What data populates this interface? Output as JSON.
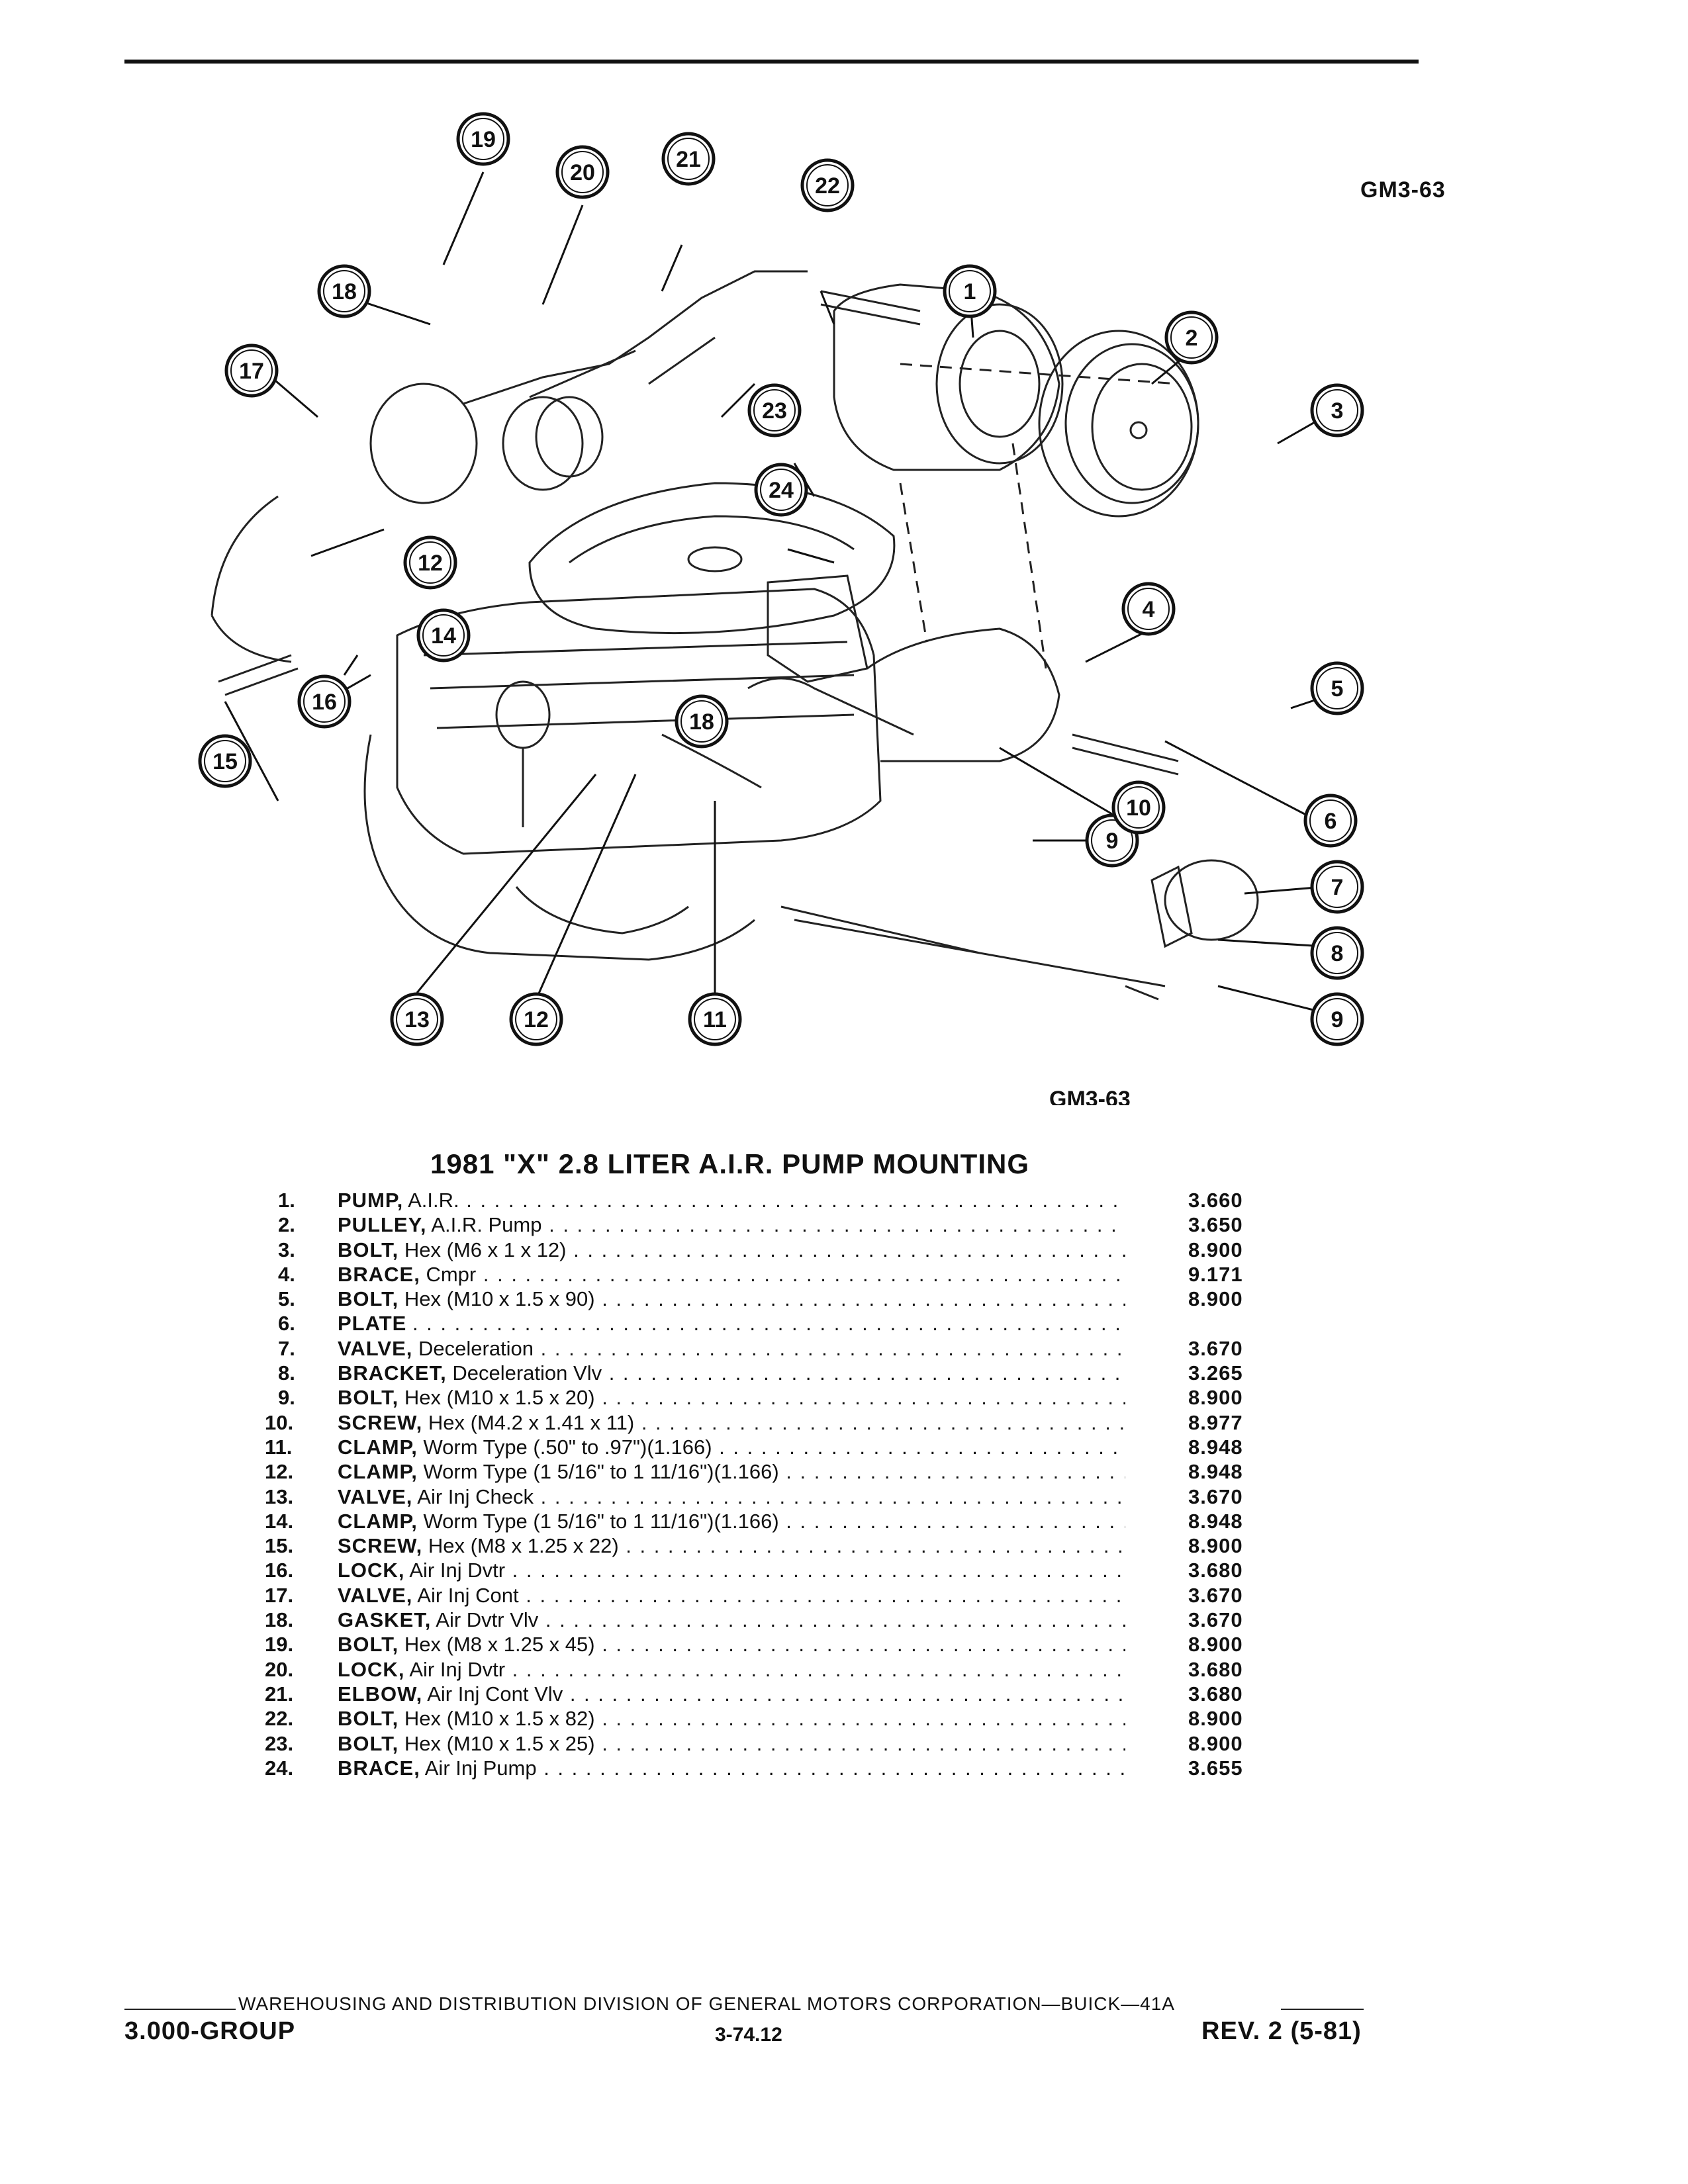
{
  "header": {
    "figure_code_top": "GM3-63"
  },
  "diagram": {
    "figure_code_bottom": "GM3-63",
    "callouts": [
      "1",
      "2",
      "3",
      "4",
      "5",
      "6",
      "7",
      "8",
      "9",
      "9",
      "10",
      "11",
      "12",
      "12",
      "13",
      "14",
      "15",
      "16",
      "17",
      "18",
      "18",
      "19",
      "20",
      "21",
      "22",
      "23",
      "24"
    ]
  },
  "title": "1981 \"X\" 2.8 LITER A.I.R. PUMP MOUNTING",
  "parts": [
    {
      "num": "1.",
      "name": "PUMP,",
      "desc": "A.I.R.",
      "code": "3.660"
    },
    {
      "num": "2.",
      "name": "PULLEY,",
      "desc": "A.I.R. Pump",
      "code": "3.650"
    },
    {
      "num": "3.",
      "name": "BOLT,",
      "desc": "Hex (M6 x 1 x 12)",
      "code": "8.900"
    },
    {
      "num": "4.",
      "name": "BRACE,",
      "desc": "Cmpr",
      "code": "9.171"
    },
    {
      "num": "5.",
      "name": "BOLT,",
      "desc": "Hex (M10 x 1.5 x 90)",
      "code": "8.900"
    },
    {
      "num": "6.",
      "name": "PLATE",
      "desc": "",
      "code": ""
    },
    {
      "num": "7.",
      "name": "VALVE,",
      "desc": "Deceleration",
      "code": "3.670"
    },
    {
      "num": "8.",
      "name": "BRACKET,",
      "desc": "Deceleration Vlv",
      "code": "3.265"
    },
    {
      "num": "9.",
      "name": "BOLT,",
      "desc": "Hex (M10 x 1.5 x 20)",
      "code": "8.900"
    },
    {
      "num": "10.",
      "name": "SCREW,",
      "desc": "Hex (M4.2 x 1.41 x 11)",
      "code": "8.977"
    },
    {
      "num": "11.",
      "name": "CLAMP,",
      "desc": "Worm Type (.50\" to .97\")(1.166)",
      "code": "8.948"
    },
    {
      "num": "12.",
      "name": "CLAMP,",
      "desc": "Worm Type (1 5/16\" to 1 11/16\")(1.166)",
      "code": "8.948"
    },
    {
      "num": "13.",
      "name": "VALVE,",
      "desc": "Air Inj Check",
      "code": "3.670"
    },
    {
      "num": "14.",
      "name": "CLAMP,",
      "desc": "Worm Type (1 5/16\" to 1 11/16\")(1.166)",
      "code": "8.948"
    },
    {
      "num": "15.",
      "name": "SCREW,",
      "desc": "Hex (M8 x 1.25 x 22)",
      "code": "8.900"
    },
    {
      "num": "16.",
      "name": "LOCK,",
      "desc": "Air Inj Dvtr",
      "code": "3.680"
    },
    {
      "num": "17.",
      "name": "VALVE,",
      "desc": "Air Inj Cont",
      "code": "3.670"
    },
    {
      "num": "18.",
      "name": "GASKET,",
      "desc": "Air Dvtr Vlv",
      "code": "3.670"
    },
    {
      "num": "19.",
      "name": "BOLT,",
      "desc": "Hex (M8 x 1.25 x 45)",
      "code": "8.900"
    },
    {
      "num": "20.",
      "name": "LOCK,",
      "desc": "Air Inj Dvtr",
      "code": "3.680"
    },
    {
      "num": "21.",
      "name": "ELBOW,",
      "desc": "Air Inj Cont Vlv",
      "code": "3.680"
    },
    {
      "num": "22.",
      "name": "BOLT,",
      "desc": "Hex (M10 x 1.5 x 82)",
      "code": "8.900"
    },
    {
      "num": "23.",
      "name": "BOLT,",
      "desc": "Hex (M10 x 1.5 x 25)",
      "code": "8.900"
    },
    {
      "num": "24.",
      "name": "BRACE,",
      "desc": "Air Inj Pump",
      "code": "3.655"
    }
  ],
  "footer": {
    "division": "WAREHOUSING AND DISTRIBUTION  DIVISION OF GENERAL MOTORS CORPORATION—BUICK—41A",
    "group": "3.000-GROUP",
    "page": "3-74.12",
    "revision": "REV. 2 (5-81)"
  }
}
